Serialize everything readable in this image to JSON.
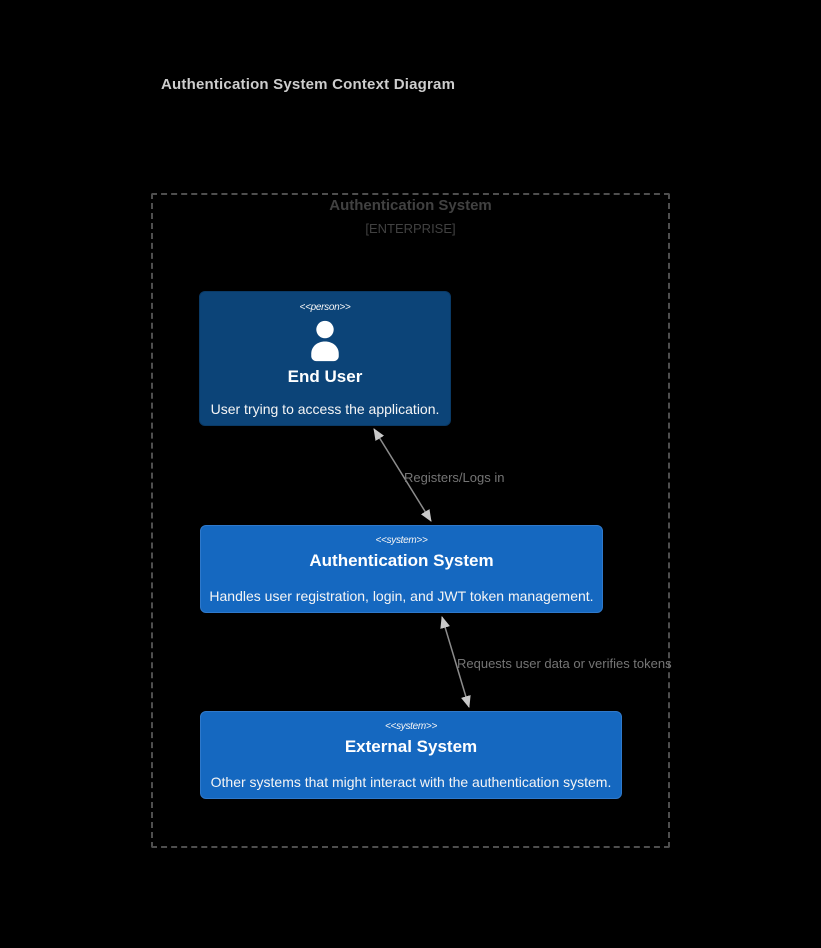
{
  "page": {
    "title": "Authentication System Context Diagram"
  },
  "boundary": {
    "label": "Authentication System",
    "type_label": "[ENTERPRISE]"
  },
  "nodes": [
    {
      "stereotype": "<<person>>",
      "name": "End User",
      "description": "User trying to access the application.",
      "icon": "person-icon",
      "fill": "#0c4478"
    },
    {
      "stereotype": "<<system>>",
      "name": "Authentication System",
      "description": "Handles user registration, login, and JWT token management.",
      "fill": "#1568c0"
    },
    {
      "stereotype": "<<system>>",
      "name": "External System",
      "description": "Other systems that might interact with the authentication system.",
      "fill": "#1568c0"
    }
  ],
  "relationships": [
    {
      "from": "End User",
      "to": "Authentication System",
      "label": "Registers/Logs in",
      "bidirectional": true
    },
    {
      "from": "Authentication System",
      "to": "External System",
      "label": "Requests user data or verifies tokens",
      "bidirectional": true
    }
  ],
  "colors": {
    "background": "#000000",
    "title_text": "#cdcdcd",
    "boundary_border": "#4e4e4e",
    "boundary_text": "#414141",
    "person_fill": "#0c4478",
    "system_fill": "#1568c0",
    "node_text": "#ffffff",
    "arrow_line": "#8c8c8c",
    "arrow_head": "#c9c9c9",
    "relationship_text": "#757575"
  }
}
